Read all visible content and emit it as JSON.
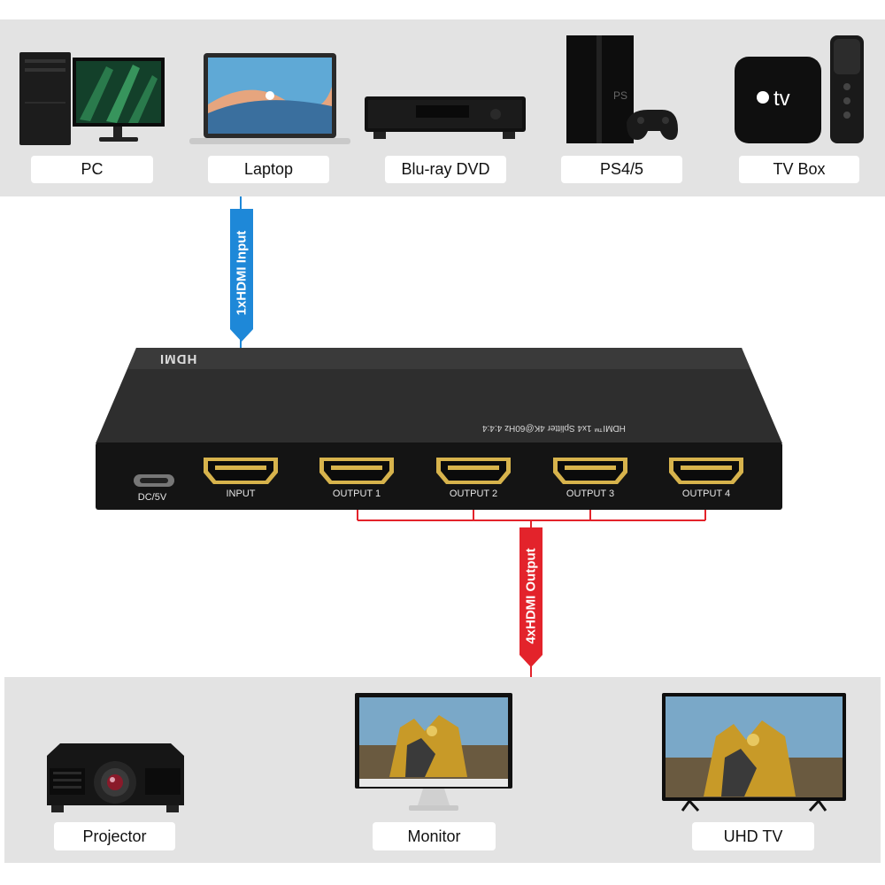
{
  "sources": [
    {
      "name": "PC"
    },
    {
      "name": "Laptop"
    },
    {
      "name": "Blu-ray DVD"
    },
    {
      "name": "PS4/5"
    },
    {
      "name": "TV Box"
    }
  ],
  "displays": [
    {
      "name": "Projector"
    },
    {
      "name": "Monitor"
    },
    {
      "name": "UHD TV"
    }
  ],
  "input_tag": "1xHDMI Input",
  "output_tag": "4xHDMI Output",
  "splitter": {
    "logo": "HDMI",
    "model": "HDMI™ 1x4 Splitter 4K@60Hz 4:4:4",
    "dc_label": "DC/5V",
    "ports": [
      "INPUT",
      "OUTPUT 1",
      "OUTPUT 2",
      "OUTPUT 3",
      "OUTPUT 4"
    ]
  },
  "tv_box_logo": "tv",
  "colors": {
    "input_line": "#1e88d8",
    "output_line": "#e3232b",
    "panel": "#e3e3e3",
    "device_body": "#1a1a1a"
  }
}
